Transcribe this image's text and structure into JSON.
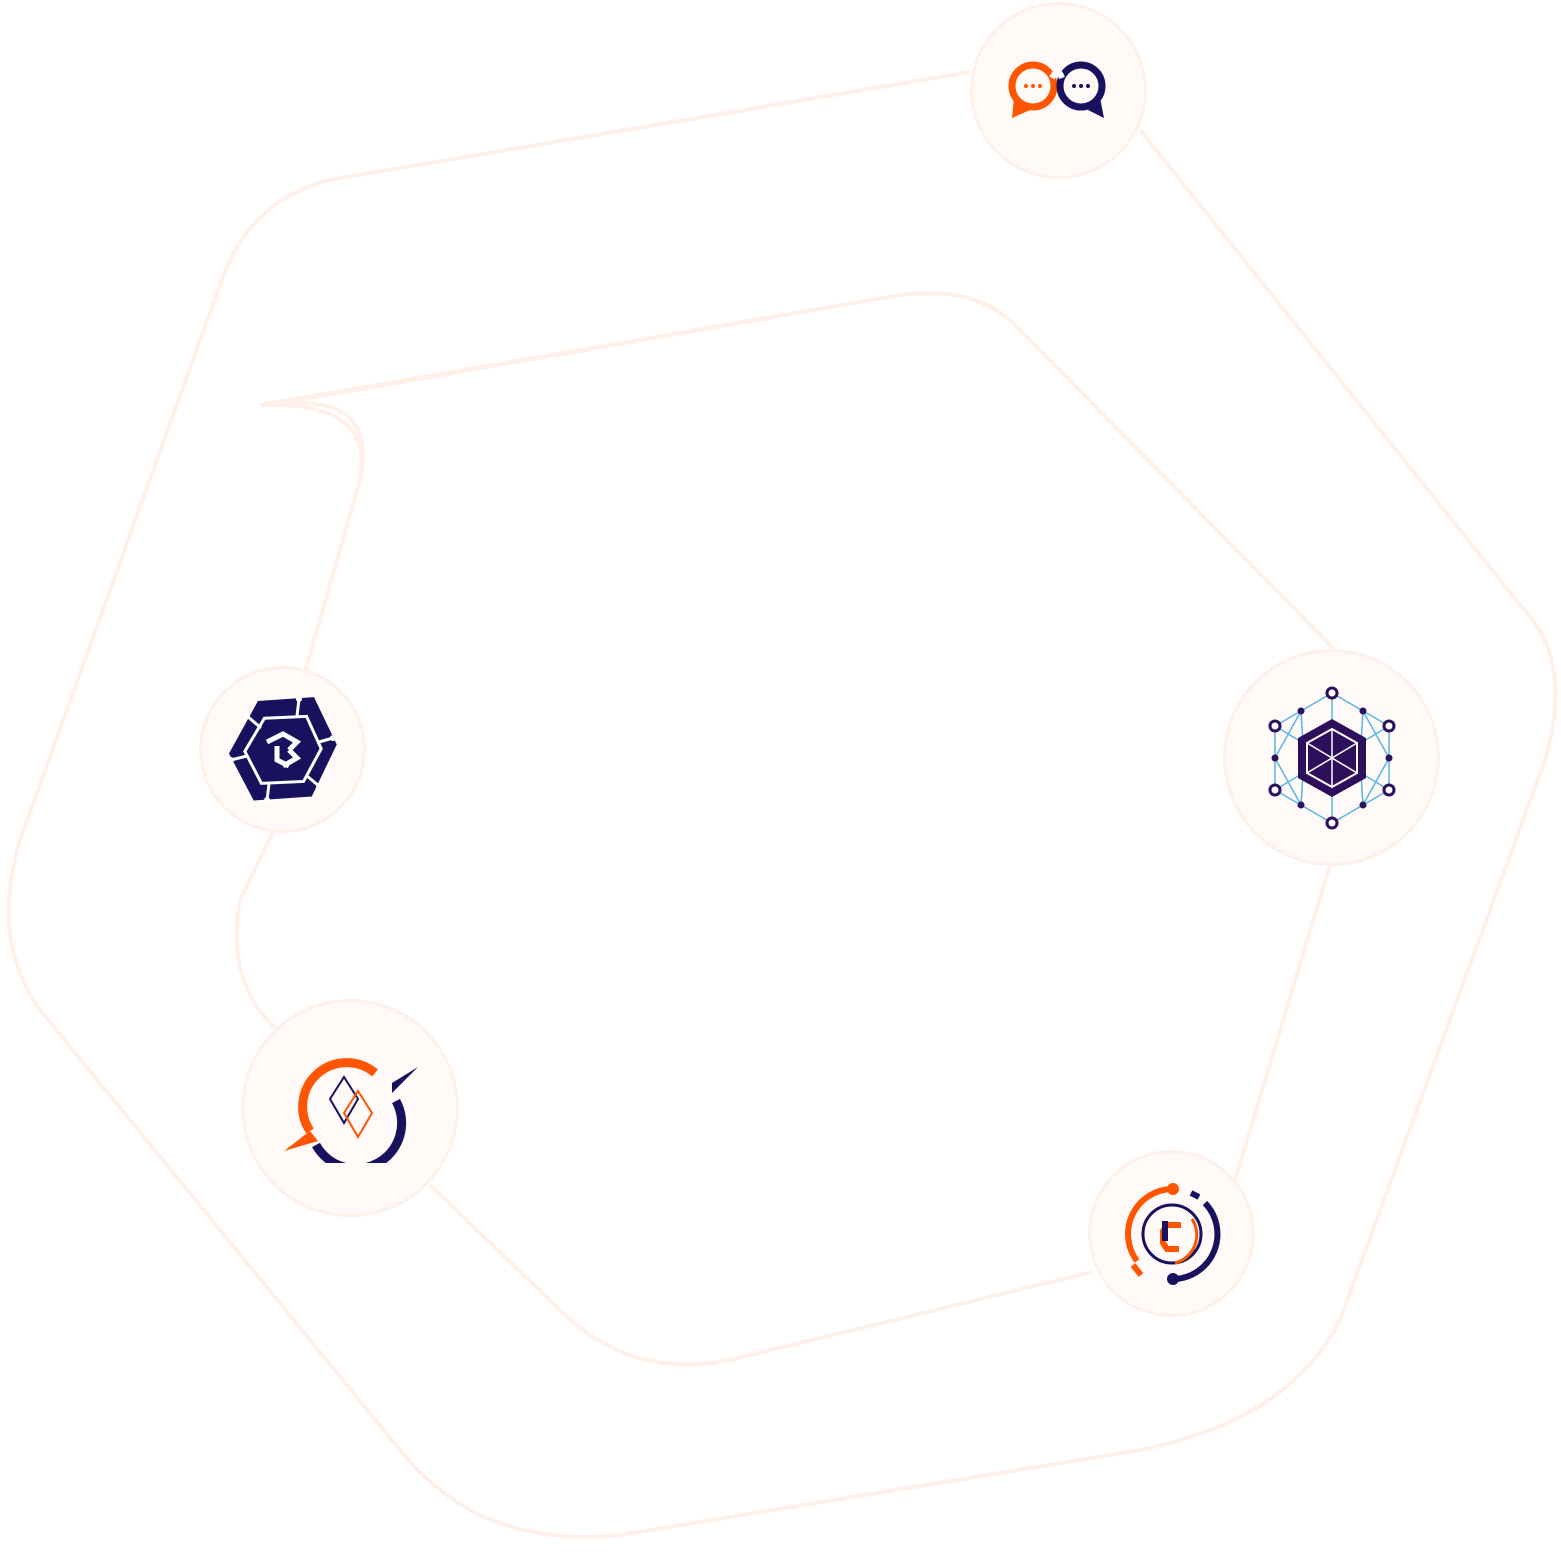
{
  "colors": {
    "orange": "#ff5500",
    "navy": "#17115e",
    "purple": "#2e0f5c",
    "light_blue": "#5ab4e6",
    "track": "#fff0ea",
    "node_fill": "#fffaf8"
  },
  "logos": [
    {
      "id": "chat-bubbles",
      "icon": "chat-bubbles-icon"
    },
    {
      "id": "hex-chain",
      "icon": "hex-chain-icon"
    },
    {
      "id": "network-cube",
      "icon": "network-cube-icon"
    },
    {
      "id": "diamond-orbit",
      "icon": "diamond-orbit-icon"
    },
    {
      "id": "cycle-c",
      "icon": "cycle-c-icon"
    }
  ]
}
